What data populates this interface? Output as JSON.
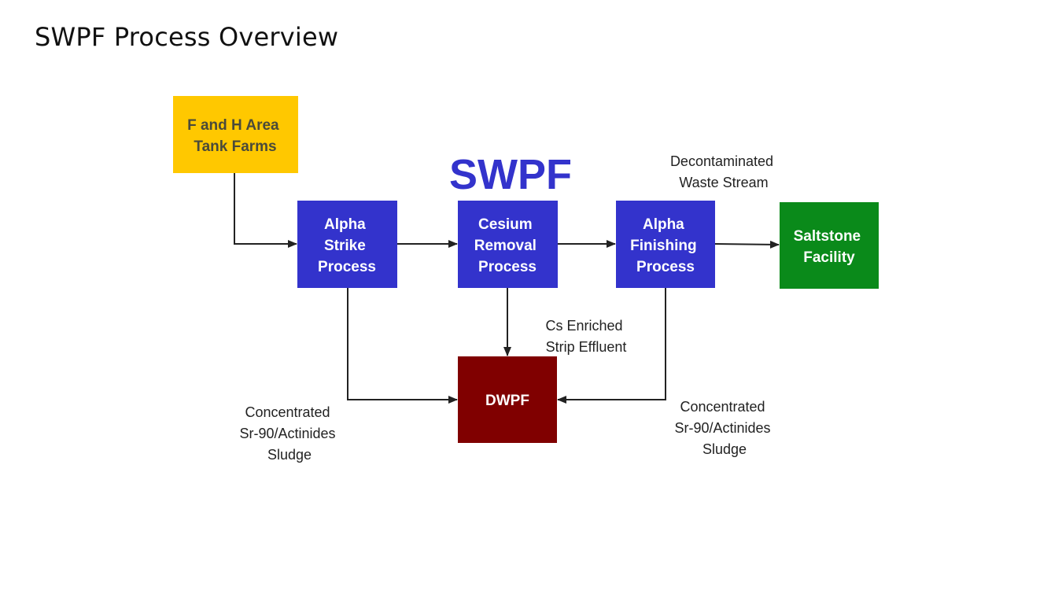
{
  "slide": {
    "title": "SWPF Process Overview"
  },
  "diagram": {
    "swpf_label": "SWPF",
    "nodes": {
      "tank_farms": [
        "F and H Area",
        "Tank Farms"
      ],
      "alpha_strike": [
        "Alpha",
        "Strike",
        "Process"
      ],
      "cesium_removal": [
        "Cesium",
        "Removal",
        "Process"
      ],
      "alpha_finishing": [
        "Alpha",
        "Finishing",
        "Process"
      ],
      "saltstone": [
        "Saltstone",
        "Facility"
      ],
      "dwpf": [
        "DWPF"
      ]
    },
    "notes": {
      "decontaminated": [
        "Decontaminated",
        "Waste Stream"
      ],
      "cs_enriched": [
        "Cs Enriched",
        "Strip Effluent"
      ],
      "sludge_left": [
        "Concentrated",
        "Sr-90/Actinides",
        "Sludge"
      ],
      "sludge_right": [
        "Concentrated",
        "Sr-90/Actinides",
        "Sludge"
      ]
    },
    "colors": {
      "yellow": "#FFC800",
      "blue": "#3333CC",
      "green": "#0A8A1A",
      "dark_red": "#800000",
      "swpf_text": "#3333CC",
      "arrow": "#222222"
    }
  }
}
